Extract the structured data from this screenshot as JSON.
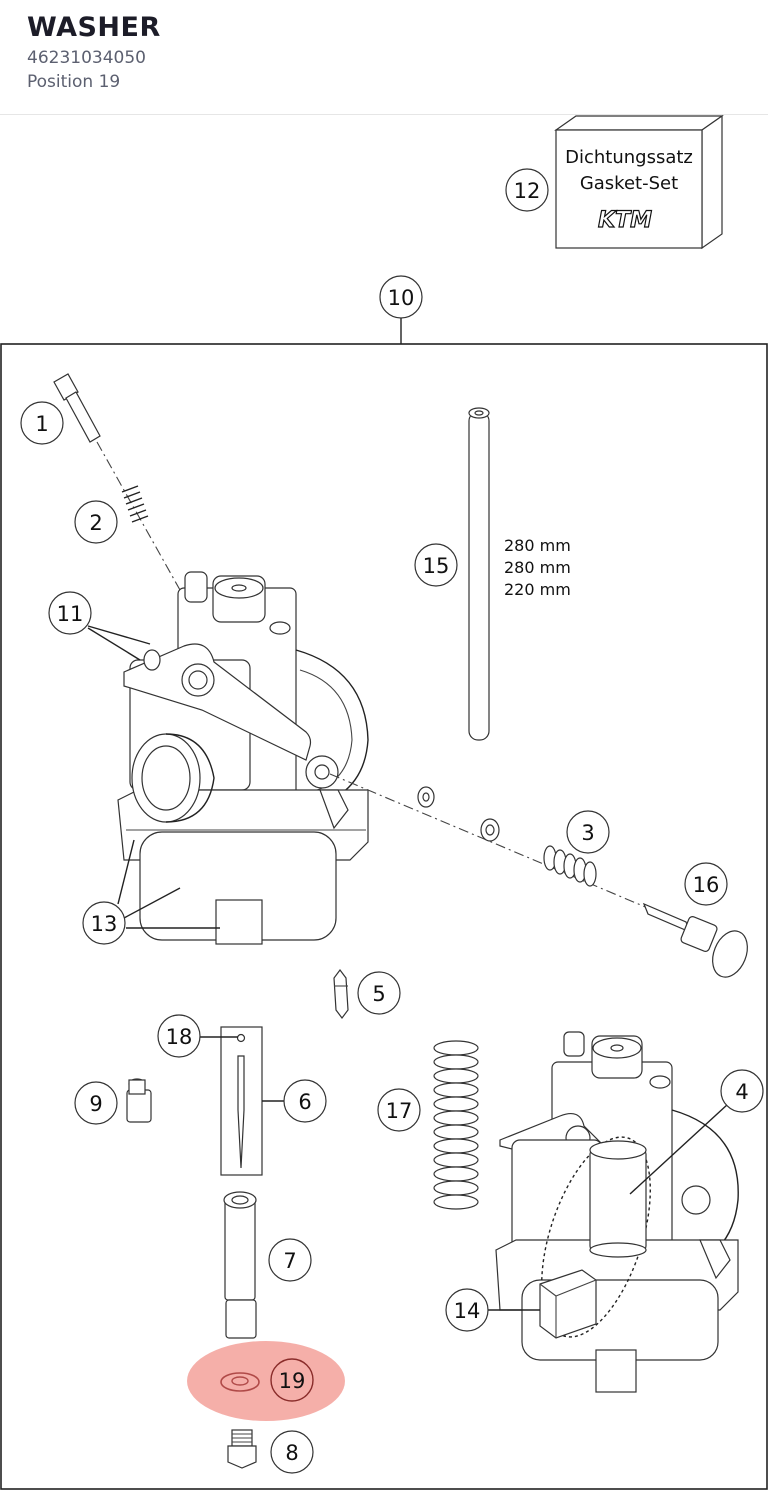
{
  "header": {
    "title": "WASHER",
    "part_number": "46231034050",
    "position": "Position 19"
  },
  "gasket_box": {
    "line1": "Dichtungssatz",
    "line2": "Gasket-Set",
    "logo": "KTM"
  },
  "measurements": [
    "280 mm",
    "280 mm",
    "220 mm"
  ],
  "callouts": {
    "c1": "1",
    "c2": "2",
    "c3": "3",
    "c4": "4",
    "c5": "5",
    "c6": "6",
    "c7": "7",
    "c8": "8",
    "c9": "9",
    "c10": "10",
    "c11": "11",
    "c12": "12",
    "c13": "13",
    "c14": "14",
    "c15": "15",
    "c16": "16",
    "c17": "17",
    "c18": "18",
    "c19": "19"
  },
  "highlight_color": "#f4a6a0"
}
